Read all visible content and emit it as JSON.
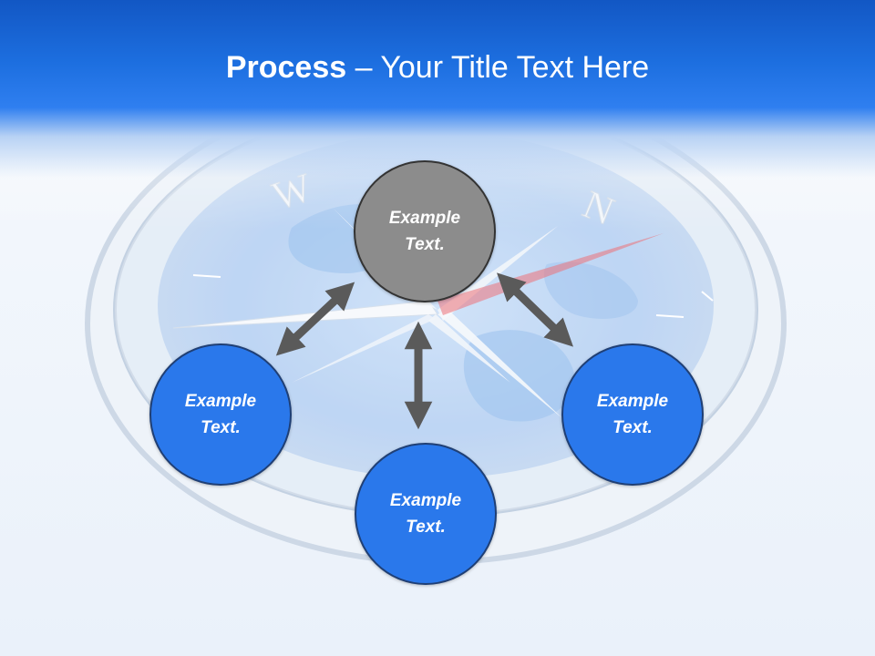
{
  "slide": {
    "title_bold": "Process",
    "title_rest": " – Your Title Text Here"
  },
  "nodes": {
    "center": "Example Text.",
    "left": "Example Text.",
    "bottom": "Example Text.",
    "right": "Example Text."
  },
  "compass": {
    "letters": [
      "W",
      "N"
    ]
  },
  "colors": {
    "header": "#1d6fe0",
    "node_blue": "#2a78eb",
    "node_gray": "#8c8c8c",
    "arrow": "#5a5a5a",
    "needle_red": "#e8424a"
  }
}
